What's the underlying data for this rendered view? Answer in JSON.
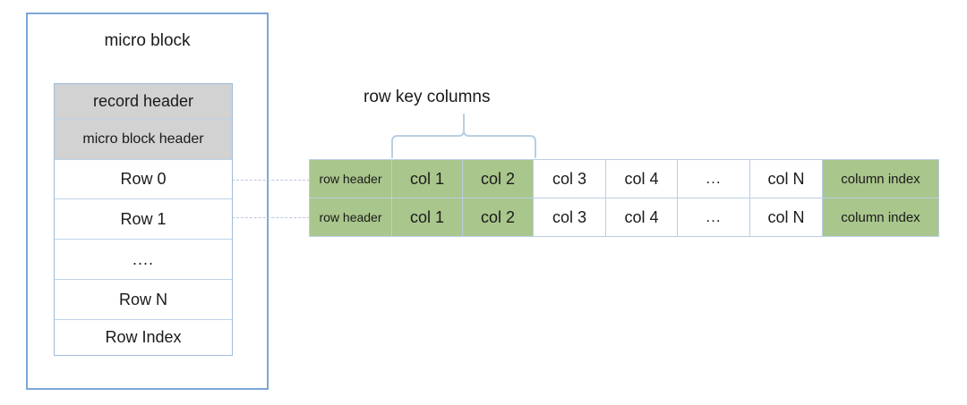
{
  "diagram": {
    "title": "micro block",
    "left_block": {
      "frame_name": "micro block",
      "title": "micro block",
      "rows": [
        {
          "label": "record header",
          "shaded": true,
          "style": "normal"
        },
        {
          "label": "micro block header",
          "shaded": true,
          "style": "small"
        },
        {
          "label": "Row 0",
          "shaded": false,
          "style": "normal"
        },
        {
          "label": "Row 1",
          "shaded": false,
          "style": "normal"
        },
        {
          "label": "....",
          "shaded": false,
          "style": "dots"
        },
        {
          "label": "Row N",
          "shaded": false,
          "style": "normal"
        },
        {
          "label": "Row Index",
          "shaded": false,
          "style": "normal"
        }
      ]
    },
    "right_block": {
      "caption": "row key columns",
      "brace_spans_columns": [
        "col 1",
        "col 2"
      ],
      "columns": [
        {
          "key": "row_header",
          "label": "row header",
          "highlight": true,
          "style": "tight"
        },
        {
          "key": "col1",
          "label": "col 1",
          "highlight": true,
          "style": "normal"
        },
        {
          "key": "col2",
          "label": "col 2",
          "highlight": true,
          "style": "normal"
        },
        {
          "key": "col3",
          "label": "col 3",
          "highlight": false,
          "style": "normal"
        },
        {
          "key": "col4",
          "label": "col 4",
          "highlight": false,
          "style": "normal"
        },
        {
          "key": "ellipsis",
          "label": "...",
          "highlight": false,
          "style": "dots"
        },
        {
          "key": "coln",
          "label": "col N",
          "highlight": false,
          "style": "normal"
        },
        {
          "key": "column_index",
          "label": "column index",
          "highlight": true,
          "style": "idx"
        }
      ],
      "rows": [
        {
          "name": "record-row-0",
          "cells": [
            "row header",
            "col 1",
            "col 2",
            "col 3",
            "col 4",
            "...",
            "col N",
            "column index"
          ]
        },
        {
          "name": "record-row-1",
          "cells": [
            "row header",
            "col 1",
            "col 2",
            "col 3",
            "col 4",
            "...",
            "col N",
            "column index"
          ]
        }
      ]
    },
    "connectors": [
      {
        "name": "leader-row-0",
        "from": "Row 0",
        "to": "record-row-0",
        "style": "dashed"
      },
      {
        "name": "leader-row-1",
        "from": "Row 1",
        "to": "record-row-1",
        "style": "dashed"
      }
    ],
    "colors": {
      "frame_border": "#7ba7d7",
      "cell_border": "#b9cfe3",
      "shaded_header": "#d2d2d2",
      "highlight_green": "#a9c68c",
      "leader": "#b9c7d8",
      "text": "#1a1a1a",
      "background": "#ffffff"
    }
  }
}
